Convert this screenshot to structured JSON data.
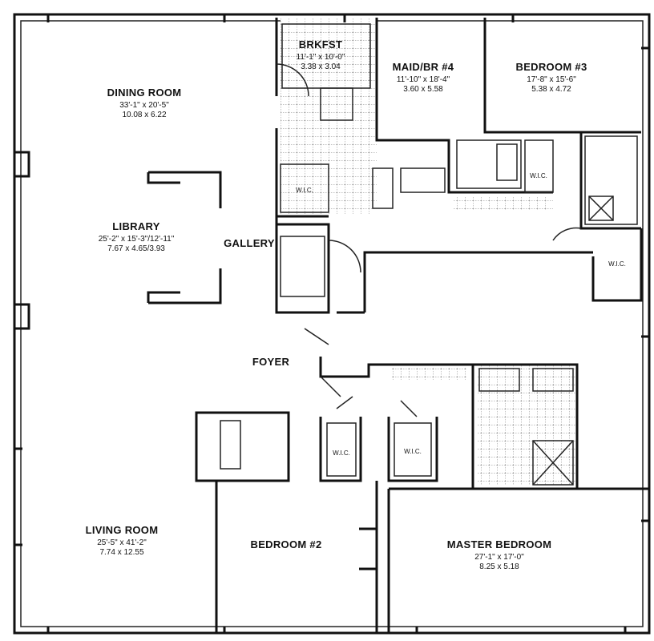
{
  "rooms": {
    "brkfst": {
      "name": "BRKFST",
      "dim_ft": "11'-1\" x 10'-0\"",
      "dim_m": "3.38 x 3.04"
    },
    "maid": {
      "name": "MAID/BR #4",
      "dim_ft": "11'-10\" x 18'-4\"",
      "dim_m": "3.60 x 5.58"
    },
    "bedroom3": {
      "name": "BEDROOM #3",
      "dim_ft": "17'-8\" x 15'-6\"",
      "dim_m": "5.38 x 4.72"
    },
    "dining": {
      "name": "DINING ROOM",
      "dim_ft": "33'-1\" x 20'-5\"",
      "dim_m": "10.08 x 6.22"
    },
    "library": {
      "name": "LIBRARY",
      "dim_ft": "25'-2\" x 15'-3\"/12'-11\"",
      "dim_m": "7.67 x 4.65/3.93"
    },
    "gallery": {
      "name": "GALLERY"
    },
    "foyer": {
      "name": "FOYER"
    },
    "living": {
      "name": "LIVING ROOM",
      "dim_ft": "25'-5\" x 41'-2\"",
      "dim_m": "7.74 x 12.55"
    },
    "bedroom2": {
      "name": "BEDROOM #2"
    },
    "master": {
      "name": "MASTER BEDROOM",
      "dim_ft": "27'-1\" x 17'-0\"",
      "dim_m": "8.25 x 5.18"
    }
  },
  "wic_label": "W.I.C."
}
